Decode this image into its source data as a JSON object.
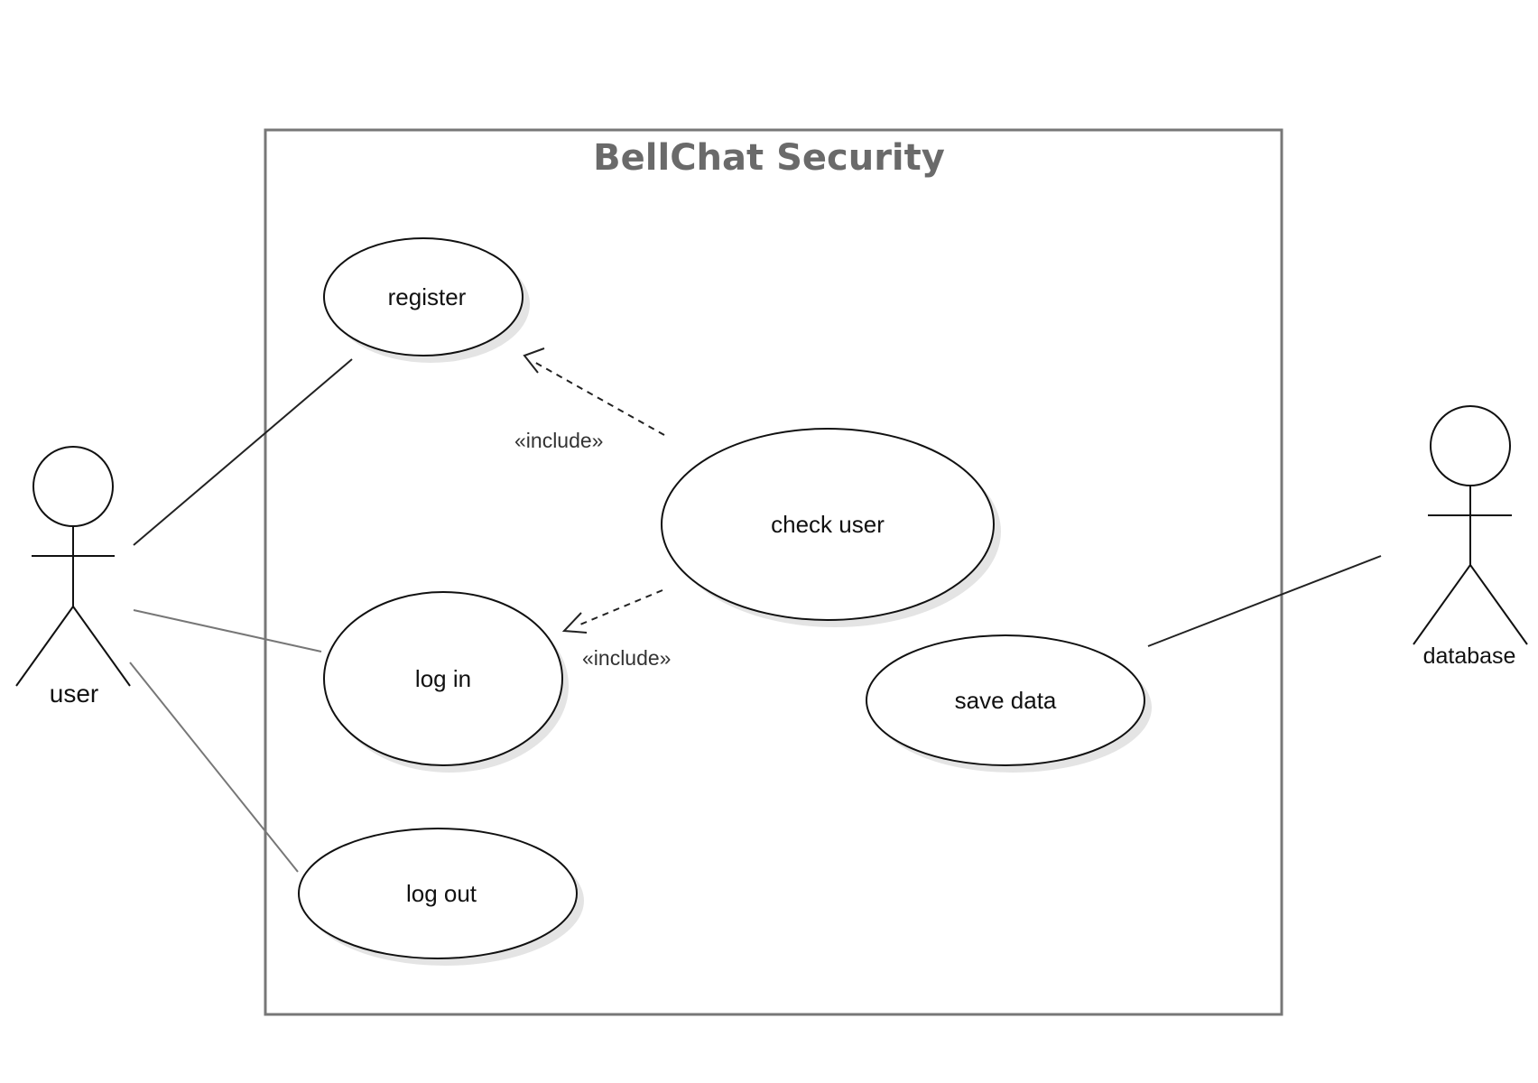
{
  "system": {
    "title": "BellChat Security"
  },
  "actors": {
    "user": {
      "label": "user"
    },
    "database": {
      "label": "database"
    }
  },
  "use_cases": {
    "register": {
      "label": "register"
    },
    "check_user": {
      "label": "check user"
    },
    "log_in": {
      "label": "log in"
    },
    "save_data": {
      "label": "save data"
    },
    "log_out": {
      "label": "log out"
    }
  },
  "relationships": {
    "include_register": {
      "label": "«include»",
      "from": "check user",
      "to": "register"
    },
    "include_login": {
      "label": "«include»",
      "from": "check user",
      "to": "log in"
    },
    "associations": [
      {
        "from": "user",
        "to": "register"
      },
      {
        "from": "user",
        "to": "log in"
      },
      {
        "from": "user",
        "to": "log out"
      },
      {
        "from": "database",
        "to": "save data"
      }
    ]
  },
  "colors": {
    "boundary_stroke": "#777777",
    "title": "#6a6a6a",
    "line": "#222222"
  }
}
